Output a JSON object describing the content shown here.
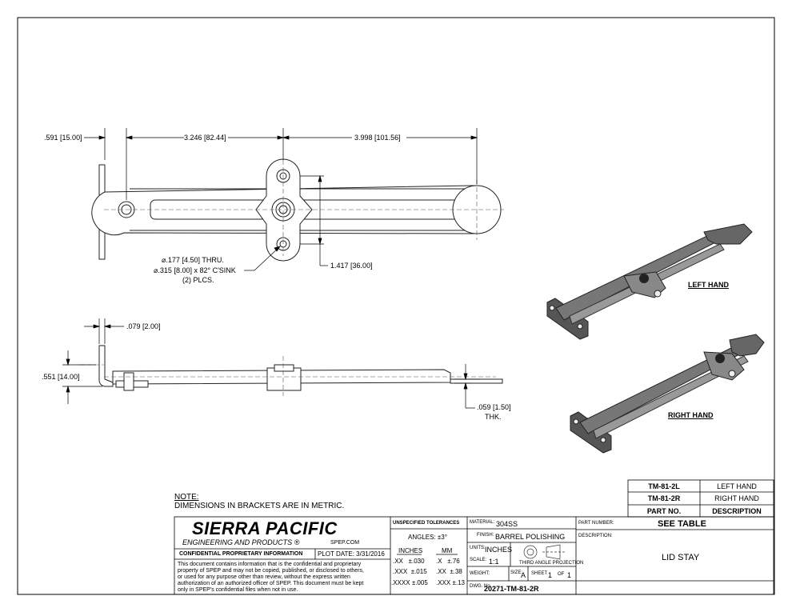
{
  "views": {
    "top": {
      "dim_flange": ".591",
      "dim_flange_mm": "15.00",
      "dim_to_pivot": "3.246",
      "dim_to_pivot_mm": "82.44",
      "dim_to_end": "3.998",
      "dim_to_end_mm": "101.56",
      "dim_hole_spacing": "1.417",
      "dim_hole_spacing_mm": "36.00",
      "hole_note_line1": ".177",
      "hole_note_line1_mm": "4.50",
      "hole_note_line1_suffix": "THRU.",
      "hole_note_line2": ".315 [8.00] x 82° C'SINK",
      "hole_note_line3": "(2) PLCS."
    },
    "side": {
      "dim_flange_thk": ".079",
      "dim_flange_thk_mm": "2.00",
      "dim_height": ".551",
      "dim_height_mm": "14.00",
      "dim_thk": ".059",
      "dim_thk_mm": "1.50",
      "dim_thk_label": "THK."
    },
    "iso_left_label": "LEFT HAND",
    "iso_right_label": "RIGHT HAND"
  },
  "note": {
    "title": "NOTE:",
    "text": "DIMENSIONS IN BRACKETS ARE IN METRIC."
  },
  "parts_table": {
    "rows": [
      {
        "part": "TM-81-2L",
        "desc": "LEFT HAND"
      },
      {
        "part": "TM-81-2R",
        "desc": "RIGHT HAND"
      }
    ],
    "header_part": "PART NO.",
    "header_desc": "DESCRIPTION"
  },
  "title_block": {
    "company": "SIERRA PACIFIC",
    "company_sub": "ENGINEERING AND PRODUCTS",
    "website": "SPEP.COM",
    "confidential_title": "CONFIDENTIAL PROPRIETARY INFORMATION",
    "plot_date_label": "PLOT DATE:",
    "plot_date": "3/31/2016",
    "confidential_text_1": "This document contains information that is the confidential and proprietary",
    "confidential_text_2": "property of SPEP and may not be copied, published, or disclosed to others,",
    "confidential_text_3": "or used for any purpose  other than review, without the express written",
    "confidential_text_4": "authorization of an authorized officer of SPEP. This document must be kept",
    "confidential_text_5": "only in SPEP's confidential files when not in use.",
    "tolerances_title": "UNSPECIFIED TOLERANCES",
    "angles": "ANGLES: ±3°",
    "inches_header": "INCHES",
    "mm_header": "MM",
    "tol_rows": [
      {
        "in_k": ".XX",
        "in_v": "±.030",
        "mm_k": ".X",
        "mm_v": "±.76"
      },
      {
        "in_k": ".XXX",
        "in_v": "±.015",
        "mm_k": ".XX",
        "mm_v": "±.38"
      },
      {
        "in_k": ".XXXX",
        "in_v": "±.005",
        "mm_k": ".XXX",
        "mm_v": "±.13"
      }
    ],
    "material_label": "MATERIAL:",
    "material": "304SS",
    "finish_label": "FINISH:",
    "finish": "BARREL POLISHING",
    "units_label": "UNITS:",
    "units": "INCHES",
    "scale_label": "SCALE:",
    "scale": "1:1",
    "projection": "THIRD ANGLE PROJECTION",
    "weight_label": "WEIGHT:",
    "size_label": "SIZE:",
    "size": "A",
    "sheet_label": "SHEET",
    "sheet": "1",
    "of_label": "OF",
    "of": "1",
    "dwg_label": "DWG. No.",
    "dwg_no": "20271-TM-81-2R",
    "part_number_label": "PART NUMBER:",
    "part_number": "SEE TABLE",
    "description_label": "DESCRIPTION:",
    "description": "LID STAY"
  }
}
